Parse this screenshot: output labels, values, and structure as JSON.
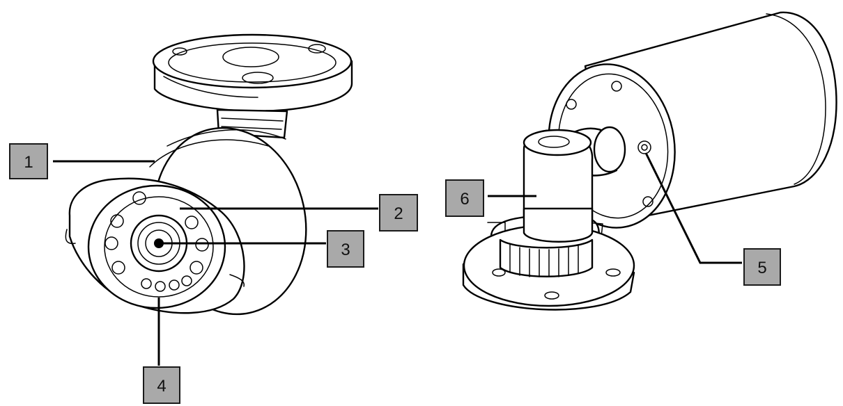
{
  "colors": {
    "callout_fill": "#a9a9a9",
    "callout_border": "#1a1a1a",
    "line_art": "#000000",
    "background": "#ffffff"
  },
  "callouts": [
    {
      "id": "1",
      "label": "1"
    },
    {
      "id": "2",
      "label": "2"
    },
    {
      "id": "3",
      "label": "3"
    },
    {
      "id": "4",
      "label": "4"
    },
    {
      "id": "5",
      "label": "5"
    },
    {
      "id": "6",
      "label": "6"
    }
  ]
}
